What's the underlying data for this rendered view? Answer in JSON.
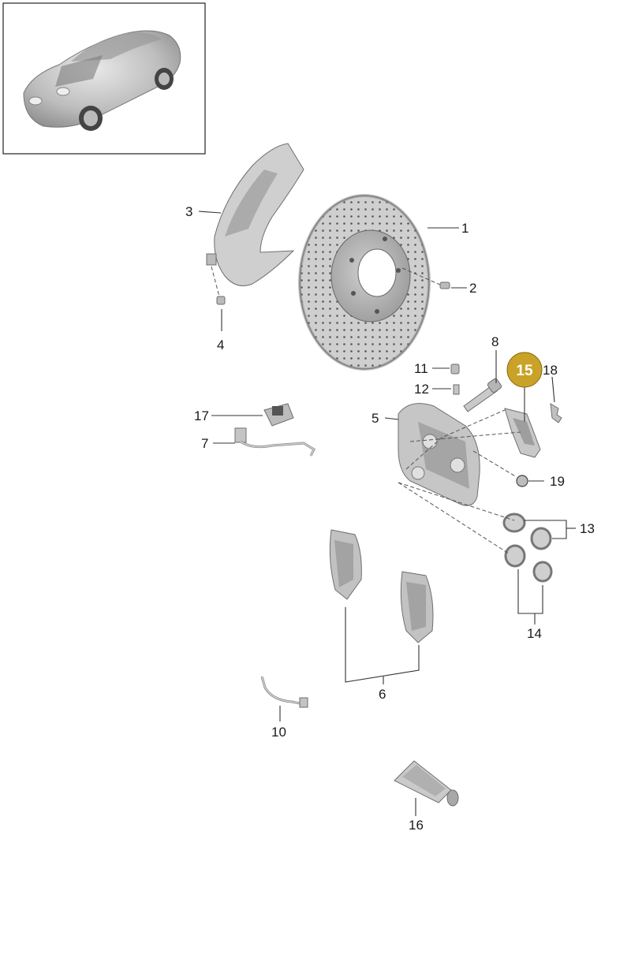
{
  "callouts": {
    "c1": "1",
    "c2": "2",
    "c3": "3",
    "c4": "4",
    "c5": "5",
    "c6": "6",
    "c7": "7",
    "c8": "8",
    "c10": "10",
    "c11": "11",
    "c12": "12",
    "c13": "13",
    "c14": "14",
    "c15": "15",
    "c16": "16",
    "c17": "17",
    "c18": "18",
    "c19": "19"
  },
  "highlighted_part": "15",
  "colors": {
    "highlight_fill": "#C9A227",
    "part_fill": "#d3d3d3",
    "part_shade": "#a9a9a9",
    "line": "#333333"
  },
  "icons": [
    "car-thumbnail-icon"
  ]
}
